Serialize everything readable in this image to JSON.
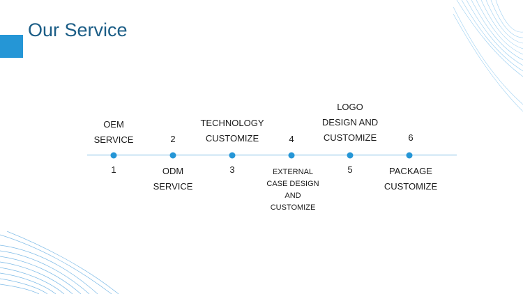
{
  "slide": {
    "title": "Our Service",
    "accent_color": "#2596d6",
    "title_color": "#1b5d86"
  },
  "timeline": {
    "line_color": "#79b9e3",
    "dot_color": "#2596d6",
    "steps": [
      {
        "number": "1",
        "label_lines": [
          "OEM",
          "SERVICE"
        ]
      },
      {
        "number": "2",
        "label_lines": [
          "ODM",
          "SERVICE"
        ]
      },
      {
        "number": "3",
        "label_lines": [
          "TECHNOLOGY",
          "CUSTOMIZE"
        ]
      },
      {
        "number": "4",
        "label_lines": [
          "EXTERNAL",
          "CASE DESIGN",
          "AND",
          "CUSTOMIZE"
        ]
      },
      {
        "number": "5",
        "label_lines": [
          "LOGO",
          "DESIGN AND",
          "CUSTOMIZE"
        ]
      },
      {
        "number": "6",
        "label_lines": [
          "PACKAGE",
          "CUSTOMIZE"
        ]
      }
    ]
  }
}
